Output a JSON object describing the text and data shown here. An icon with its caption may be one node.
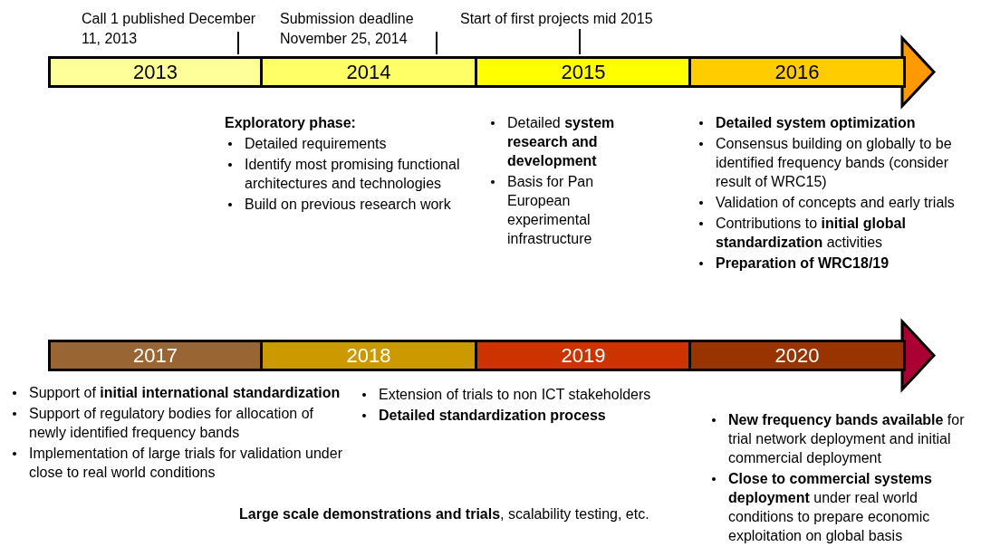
{
  "diagram": {
    "nodes": [
      {
        "text": [
          "2013"
        ]
      },
      {
        "text": [
          "2014"
        ]
      },
      {
        "text": [
          "2015"
        ]
      },
      {
        "text": [
          "2016"
        ]
      },
      {
        "text": [
          "2017"
        ]
      },
      {
        "text": [
          "2018"
        ]
      },
      {
        "text": [
          "2019"
        ]
      },
      {
        "text": [
          "2020"
        ]
      }
    ],
    "labels": [
      "Call 1 published December 11, 2013",
      "Submission deadline November 25, 2014",
      "Start of first projects mid 2015",
      "Exploratory phase:",
      "Detailed requirements",
      "Identify most promising functional architectures and technologies",
      "Build on previous research work",
      "Detailed **system research and development**",
      "Basis for Pan European experimental infrastructure",
      "Detailed system optimization",
      "Consensus building on globally to be identified frequency bands (consider result of WRC15)",
      "Validation of concepts and early trials",
      "Contributions to **initial global standardization** activities",
      "Preparation of WRC18/19",
      "Support of **initial  international standardization**",
      "Support of regulatory bodies for allocation of newly identified frequency bands",
      "Implementation of large trials for validation under close to real world conditions",
      "Extension of trials to non ICT stakeholders",
      "Detailed standardization process",
      "**Large scale demonstrations and trials**, scalability testing, etc.",
      "**New frequency bands available** for trial network deployment and initial commercial deployment",
      "**Close to commercial systems deployment** under real world conditions to prepare economic exploitation on global basis"
    ]
  }
}
